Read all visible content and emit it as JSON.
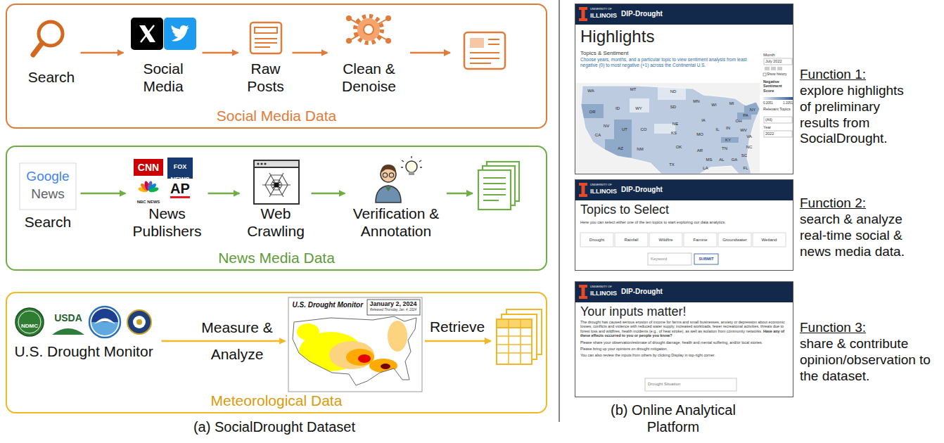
{
  "diagram": {
    "nodes": [
      {
        "text": [
          "Social Media Data"
        ]
      },
      {
        "text": [
          "Search"
        ],
        "in": 0
      },
      {
        "text": [
          "Social Media"
        ],
        "in": 0
      },
      {
        "text": [
          "Raw Posts"
        ],
        "in": 0
      },
      {
        "text": [
          "Clean & Denoise"
        ],
        "in": 0
      },
      {
        "text": [
          "News Media Data"
        ]
      },
      {
        "text": [
          "Search"
        ],
        "in": 5
      },
      {
        "text": [
          "News Publishers"
        ],
        "in": 5
      },
      {
        "text": [
          "Web Crawling"
        ],
        "in": 5
      },
      {
        "text": [
          "Verification & Annotation"
        ],
        "in": 5
      },
      {
        "text": [
          "Meteorological Data"
        ]
      },
      {
        "text": [
          "U.S. Drought Monitor"
        ],
        "in": 10
      },
      {
        "text": [
          "U.S. Drought Monitor",
          "January 2, 2024",
          "Released Thursday, Jan. 4, 2024"
        ],
        "in": 10
      },
      {
        "text": [
          "UNIVERSITY OF",
          "ILLINOIS",
          "DIP-Drought",
          "Highlights",
          "Topics & Sentiment",
          "Choose years, months, and a particular topic to view sentiment analysis from least negative (0) to most negative (+1) across the Continental U.S.",
          "Month",
          "July 2022",
          "Show history",
          "Negative Sentiment Score",
          "0.2051",
          "1.2051",
          "Relevant Topics",
          "(All)",
          "Year",
          "2022",
          "WA",
          "OR",
          "MT",
          "ID",
          "WY",
          "ND",
          "SD",
          "NE",
          "MN",
          "WI",
          "MI",
          "IA",
          "IL",
          "IN",
          "OH",
          "NY",
          "PA",
          "NV",
          "UT",
          "CO",
          "KS",
          "MO",
          "KY",
          "WV",
          "VA",
          "CA",
          "AZ",
          "NM",
          "OK",
          "AR",
          "TN",
          "NC",
          "SC",
          "MS",
          "AL",
          "GA",
          "LA",
          "TX",
          "FL"
        ]
      },
      {
        "text": [
          "UNIVERSITY OF",
          "ILLINOIS",
          "DIP-Drought",
          "Topics to Select",
          "Here you can select either one of the ten topics to start exploring our data analytics.",
          "Drought",
          "Rainfall",
          "Wildfire",
          "Famine",
          "Groundwater",
          "Wetland",
          "Keyword",
          "SUBMIT"
        ]
      },
      {
        "text": [
          "UNIVERSITY OF",
          "ILLINOIS",
          "DIP-Drought",
          "Your inputs matter!",
          "The drought has caused serious erosion of income for farms and small businesses, anxiety or depression about economic losses, conflicts and violence with reduced water supply, increased workloads, fewer recreational activities, threats due to forest loss and wildfires, health incidents (e.g., of heat stroke), as well as isolation from community networks.",
          "Have any of these effects occurred to you or people you know?",
          "Please share your observation/estimate of drought damage, health and mental suffering, and/or local stories.",
          "Please bring up your opinions on drought mitigation.",
          "You can also review the inputs from others by clicking Display in top-right corner.",
          "Drought Situation"
        ]
      }
    ],
    "edges": [
      {
        "from": 1,
        "to": 2,
        "arrow": "to"
      },
      {
        "from": 2,
        "to": 3,
        "arrow": "to"
      },
      {
        "from": 3,
        "to": 4,
        "arrow": "to"
      },
      {
        "from": 6,
        "to": 7,
        "arrow": "to"
      },
      {
        "from": 7,
        "to": 8,
        "arrow": "to"
      },
      {
        "from": 8,
        "to": 9,
        "arrow": "to"
      },
      {
        "from": 11,
        "to": 12,
        "label": "Measure & Analyze",
        "arrow": "to"
      }
    ],
    "labels": [
      "Google",
      "News",
      "CNN",
      "FOX NEWS",
      "NBC NEWS",
      "AP",
      "NDMC",
      "USDA",
      "Retrieve",
      "(a) SocialDrought Dataset",
      "Function 1:",
      "explore highlights of preliminary results from SocialDrought.",
      "Function 2:",
      "search & analyze real-time social & news media data.",
      "Function 3:",
      "share & contribute opinion/observation to the dataset.",
      "(b) Online Analytical Platform"
    ]
  }
}
